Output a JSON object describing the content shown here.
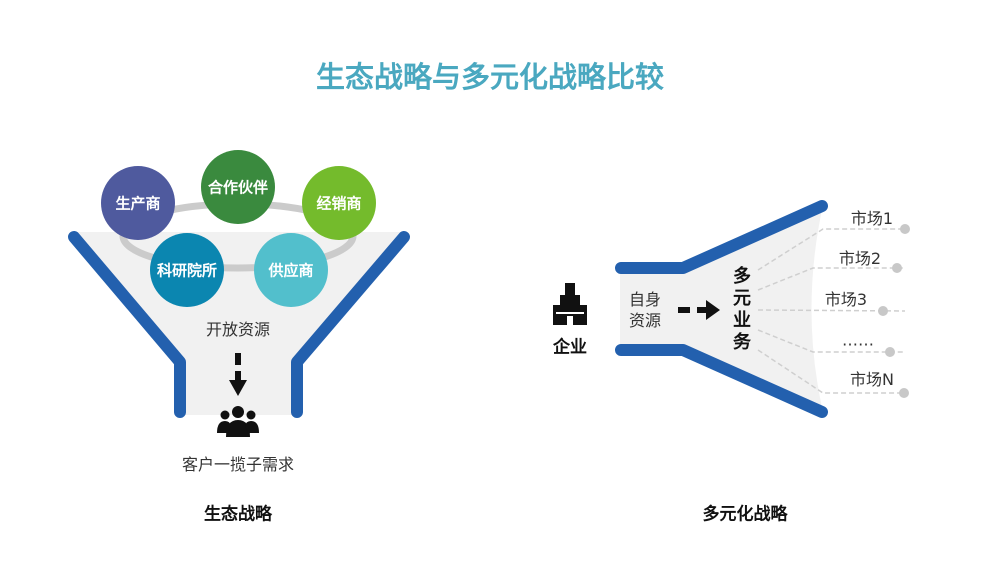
{
  "title": "生态战略与多元化战略比较",
  "ecosystem": {
    "partners": [
      "生产商",
      "合作伙伴",
      "经销商",
      "科研院所",
      "供应商"
    ],
    "open_resources": "开放资源",
    "customer_needs": "客户一揽子需求",
    "caption": "生态战略",
    "people_icon": "people-group-icon"
  },
  "diversification": {
    "enterprise": "企业",
    "own_resources": "自身资源",
    "business": "多元业务",
    "markets": [
      "市场1",
      "市场2",
      "市场3",
      "……",
      "市场N"
    ],
    "caption": "多元化战略",
    "building_icon": "office-building-icon"
  },
  "colors": {
    "title": "#4aa8c0",
    "funnel": "#2360ae",
    "circles": [
      "#4f5a9e",
      "#3a8a3e",
      "#74bb2c",
      "#0b86b0",
      "#52bfcc"
    ]
  }
}
